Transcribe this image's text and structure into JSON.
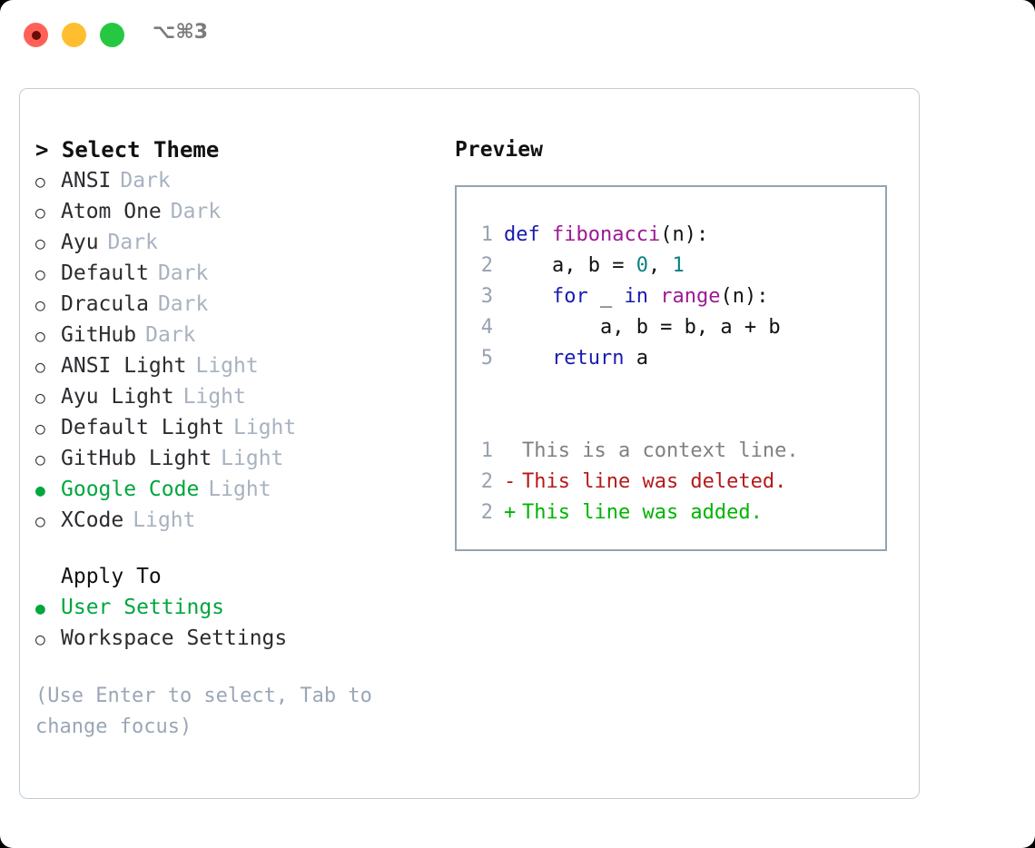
{
  "titlebar": {
    "shortcut": "⌥⌘3",
    "buttons": [
      {
        "name": "close",
        "color": "#ff6159"
      },
      {
        "name": "minimize",
        "color": "#ffbe2f"
      },
      {
        "name": "maximize",
        "color": "#26c841"
      }
    ]
  },
  "theme_picker": {
    "header": "> Select Theme",
    "items": [
      {
        "marker": "○",
        "label": "ANSI",
        "badge": "Dark",
        "selected": false
      },
      {
        "marker": "○",
        "label": "Atom One",
        "badge": "Dark",
        "selected": false
      },
      {
        "marker": "○",
        "label": "Ayu",
        "badge": "Dark",
        "selected": false
      },
      {
        "marker": "○",
        "label": "Default",
        "badge": "Dark",
        "selected": false
      },
      {
        "marker": "○",
        "label": "Dracula",
        "badge": "Dark",
        "selected": false
      },
      {
        "marker": "○",
        "label": "GitHub",
        "badge": "Dark",
        "selected": false
      },
      {
        "marker": "○",
        "label": "ANSI Light",
        "badge": "Light",
        "selected": false
      },
      {
        "marker": "○",
        "label": "Ayu Light",
        "badge": "Light",
        "selected": false
      },
      {
        "marker": "○",
        "label": "Default Light",
        "badge": "Light",
        "selected": false
      },
      {
        "marker": "○",
        "label": "GitHub Light",
        "badge": "Light",
        "selected": false
      },
      {
        "marker": "●",
        "label": "Google Code",
        "badge": "Light",
        "selected": true
      },
      {
        "marker": "○",
        "label": "XCode",
        "badge": "Light",
        "selected": false
      }
    ]
  },
  "apply_to": {
    "header": "Apply To",
    "items": [
      {
        "marker": "●",
        "label": "User Settings",
        "selected": true
      },
      {
        "marker": "○",
        "label": "Workspace Settings",
        "selected": false
      }
    ]
  },
  "hint": "(Use Enter to select, Tab to change focus)",
  "preview": {
    "title": "Preview",
    "code_lines": [
      {
        "no": "1",
        "tokens": [
          {
            "t": "def ",
            "c": "kw"
          },
          {
            "t": "fibonacci",
            "c": "fn"
          },
          {
            "t": "(n):",
            "c": "pl"
          }
        ]
      },
      {
        "no": "2",
        "tokens": [
          {
            "t": "    a, b = ",
            "c": "pl"
          },
          {
            "t": "0",
            "c": "num"
          },
          {
            "t": ", ",
            "c": "pl"
          },
          {
            "t": "1",
            "c": "num"
          }
        ]
      },
      {
        "no": "3",
        "tokens": [
          {
            "t": "    ",
            "c": "pl"
          },
          {
            "t": "for",
            "c": "kw"
          },
          {
            "t": " _ ",
            "c": "pl"
          },
          {
            "t": "in",
            "c": "kw"
          },
          {
            "t": " ",
            "c": "pl"
          },
          {
            "t": "range",
            "c": "fn"
          },
          {
            "t": "(n):",
            "c": "pl"
          }
        ]
      },
      {
        "no": "4",
        "tokens": [
          {
            "t": "        a, b = b, a + b",
            "c": "pl"
          }
        ]
      },
      {
        "no": "5",
        "tokens": [
          {
            "t": "    ",
            "c": "pl"
          },
          {
            "t": "return",
            "c": "kw"
          },
          {
            "t": " a",
            "c": "pl"
          }
        ]
      }
    ],
    "diff_lines": [
      {
        "no": "1",
        "sign": " ",
        "kind": "ctx",
        "text": "This is a context line."
      },
      {
        "no": "2",
        "sign": "-",
        "kind": "del",
        "text": "This line was deleted."
      },
      {
        "no": "2",
        "sign": "+",
        "kind": "add",
        "text": "This line was added."
      }
    ]
  },
  "colors": {
    "accent_green": "#00a63e",
    "badge_gray": "#a8b2c0",
    "hint_gray": "#9aa6b6",
    "keyword": "#1a1ab0",
    "function": "#9c1a93",
    "number": "#0d7f80",
    "diff_delete": "#b51a1a",
    "diff_add": "#00b400",
    "panel_border": "#c3ccd6",
    "preview_border": "#94a3b2"
  }
}
